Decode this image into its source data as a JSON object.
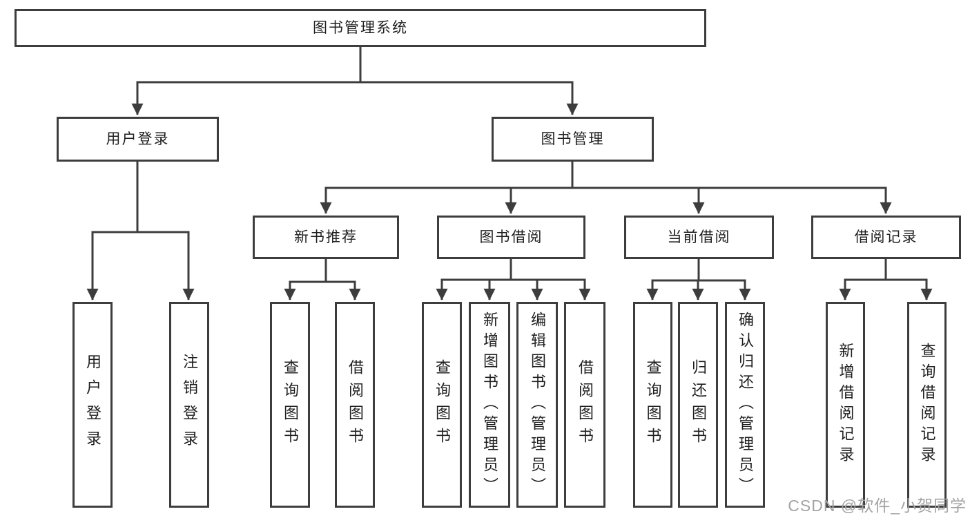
{
  "tree": {
    "label": "图书管理系统",
    "children": [
      {
        "label": "用户登录",
        "children": [
          {
            "label": "用户登录"
          },
          {
            "label": "注销登录"
          }
        ]
      },
      {
        "label": "图书管理",
        "children": [
          {
            "label": "新书推荐",
            "children": [
              {
                "label": "查询图书"
              },
              {
                "label": "借阅图书"
              }
            ]
          },
          {
            "label": "图书借阅",
            "children": [
              {
                "label": "查询图书"
              },
              {
                "label": "新增图书（管理员）"
              },
              {
                "label": "编辑图书（管理员）"
              },
              {
                "label": "借阅图书"
              }
            ]
          },
          {
            "label": "当前借阅",
            "children": [
              {
                "label": "查询图书"
              },
              {
                "label": "归还图书"
              },
              {
                "label": "确认归还（管理员）"
              }
            ]
          },
          {
            "label": "借阅记录",
            "children": [
              {
                "label": "新增借阅记录"
              },
              {
                "label": "查询借阅记录"
              }
            ]
          }
        ]
      }
    ]
  },
  "watermark": "CSDN @软件_小贺同学",
  "colors": {
    "line": "#3d3d3d",
    "text": "#1f1f1f",
    "watermark": "#a3a3a3",
    "background": "#ffffff"
  }
}
